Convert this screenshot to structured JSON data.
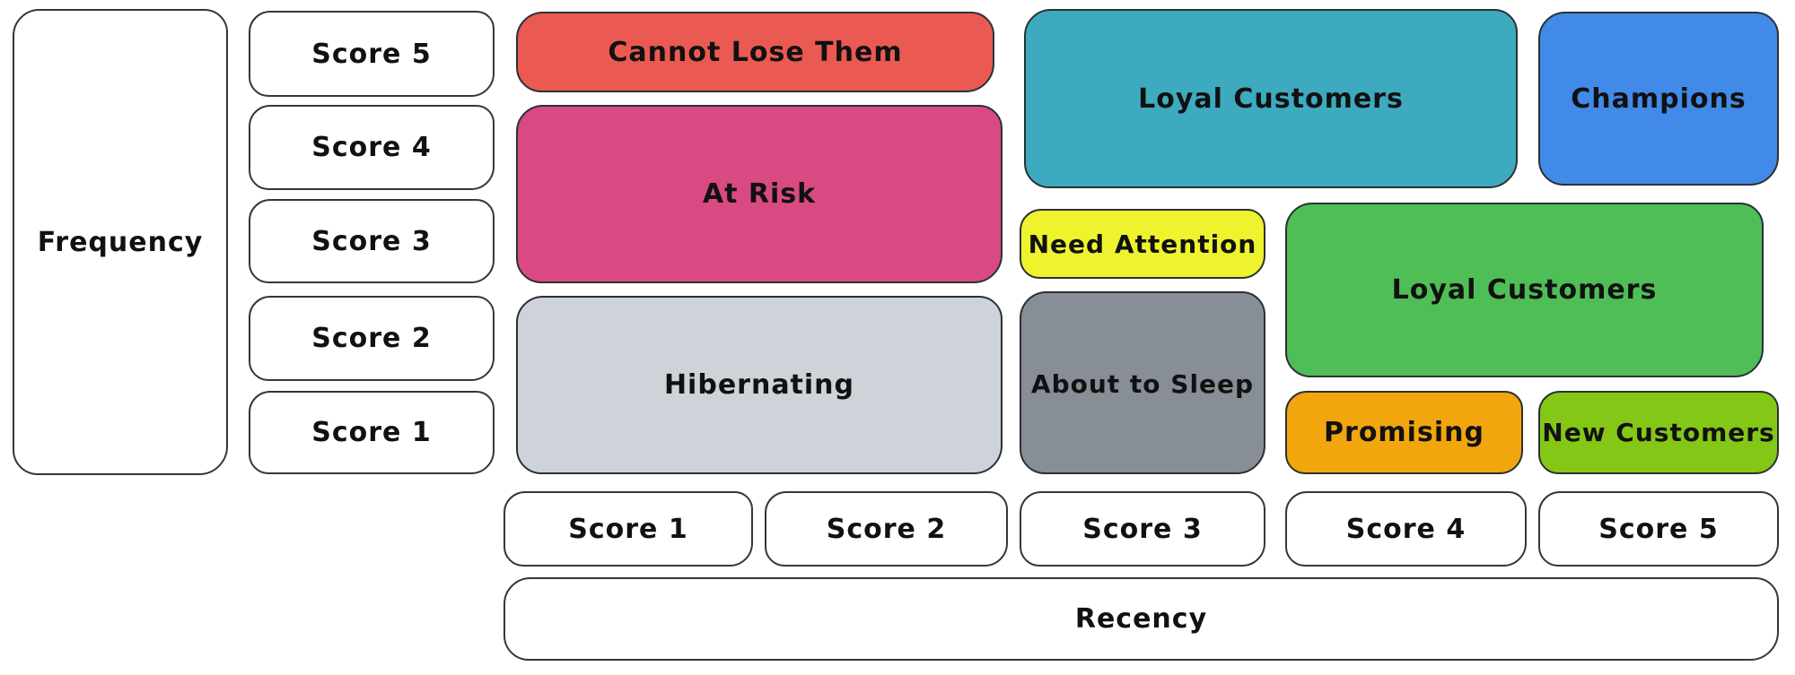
{
  "colors": {
    "background": "#ffffff",
    "stroke": "#33373b",
    "text": "#111111"
  },
  "frequency_axis": {
    "label": "Frequency",
    "scores": [
      {
        "label": "Score 5"
      },
      {
        "label": "Score 4"
      },
      {
        "label": "Score 3"
      },
      {
        "label": "Score 2"
      },
      {
        "label": "Score 1"
      }
    ]
  },
  "recency_axis": {
    "label": "Recency",
    "scores": [
      {
        "label": "Score 1"
      },
      {
        "label": "Score 2"
      },
      {
        "label": "Score 3"
      },
      {
        "label": "Score 4"
      },
      {
        "label": "Score 5"
      }
    ]
  },
  "segments": [
    {
      "label": "Cannot Lose Them",
      "color": "#ea5a52",
      "recency_span": "1-2",
      "frequency_span": "5"
    },
    {
      "label": "At Risk",
      "color": "#d94a82",
      "recency_span": "1-2",
      "frequency_span": "3-4"
    },
    {
      "label": "Hibernating",
      "color": "#ced3da",
      "recency_span": "1-2",
      "frequency_span": "1-2"
    },
    {
      "label": "Loyal Customers",
      "color": "#3daabf",
      "recency_span": "3-4",
      "frequency_span": "4-5"
    },
    {
      "label": "Champions",
      "color": "#418ae8",
      "recency_span": "5",
      "frequency_span": "4-5"
    },
    {
      "label": "Need Attention",
      "color": "#eef32e",
      "recency_span": "3",
      "frequency_span": "3"
    },
    {
      "label": "Loyal Customers",
      "color": "#4fbe56",
      "recency_span": "4-5",
      "frequency_span": "2-3"
    },
    {
      "label": "About to Sleep",
      "color": "#878e96",
      "recency_span": "3",
      "frequency_span": "1-2"
    },
    {
      "label": "Promising",
      "color": "#f2a60d",
      "recency_span": "4",
      "frequency_span": "1"
    },
    {
      "label": "New Customers",
      "color": "#85c716",
      "recency_span": "5",
      "frequency_span": "1"
    }
  ]
}
